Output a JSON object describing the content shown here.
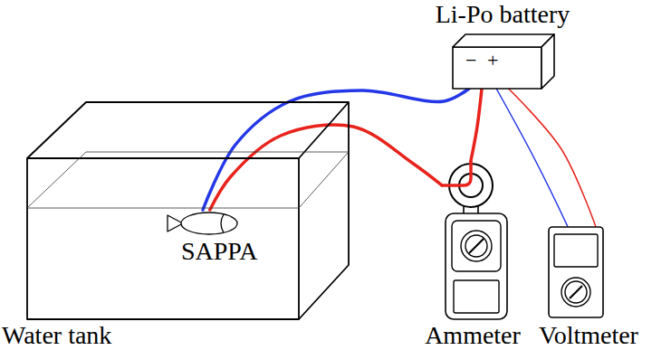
{
  "diagram": {
    "nodes": [
      {
        "text": [
          "Li-Po battery",
          "−",
          "+"
        ]
      },
      {
        "text": [
          "Water tank"
        ]
      },
      {
        "text": [
          "SAPPA"
        ],
        "in": 1
      },
      {
        "text": [
          "Ammeter"
        ]
      },
      {
        "text": [
          "Voltmeter"
        ]
      }
    ],
    "edges": [
      {
        "from": 0,
        "to": 2,
        "arrow": "none"
      },
      {
        "from": 0,
        "to": 3,
        "arrow": "none"
      },
      {
        "from": 3,
        "to": 2,
        "arrow": "none"
      },
      {
        "from": 0,
        "to": 4,
        "arrow": "none"
      },
      {
        "from": 0,
        "to": 4,
        "arrow": "none"
      }
    ]
  }
}
